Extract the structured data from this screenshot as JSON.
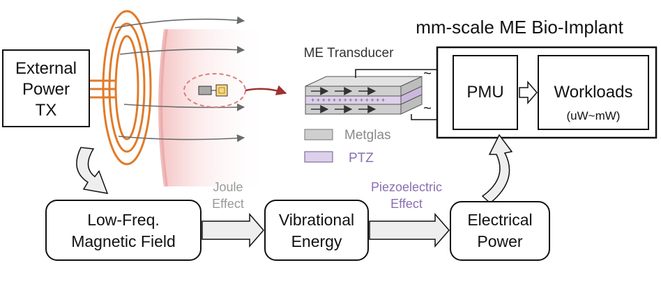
{
  "title": "mm-scale ME Bio-Implant",
  "tx_box": {
    "lines": [
      "External",
      "Power",
      "TX"
    ]
  },
  "transducer": {
    "title": "ME Transducer"
  },
  "legend": {
    "metglas": "Metglas",
    "ptz": "PTZ"
  },
  "implant": {
    "pmu": "PMU",
    "workloads": "Workloads",
    "workloads_range": "(uW~mW)",
    "ac_symbol_top": "~",
    "ac_symbol_bottom": "~"
  },
  "flow": {
    "stage1": {
      "line1": "Low-Freq.",
      "line2": "Magnetic Field"
    },
    "stage2": {
      "line1": "Vibrational",
      "line2": "Energy"
    },
    "stage3": {
      "line1": "Electrical",
      "line2": "Power"
    },
    "effect1": {
      "line1": "Joule",
      "line2": "Effect"
    },
    "effect2": {
      "line1": "Piezoelectric",
      "line2": "Effect"
    }
  },
  "colors": {
    "coil": "#e07b2a",
    "field_line": "#6b6b6b",
    "tissue": "#f4c6c6",
    "tissue_edge": "#e8a0a0",
    "ellipse": "#d98080",
    "signal_arrow": "#9e3030",
    "metglas": "#cfcfcf",
    "ptz": "#ddd0ea",
    "effect1_text": "#999999",
    "effect2_text": "#8a6fb0",
    "block_arrow": "#eeeeee"
  }
}
